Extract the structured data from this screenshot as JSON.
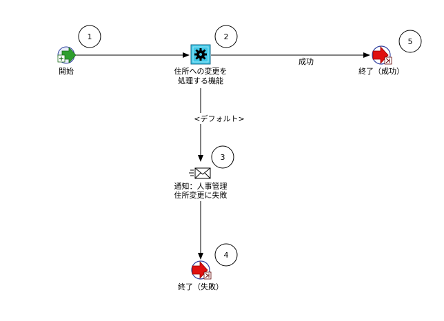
{
  "nodes": {
    "start": {
      "label": "開始",
      "badge": "1"
    },
    "process": {
      "label_line1": "住所への変更を",
      "label_line2": "処理する機能",
      "badge": "2"
    },
    "notify": {
      "label_line1": "通知：人事管理",
      "label_line2": "住所変更に失敗",
      "badge": "3"
    },
    "end_fail": {
      "label": "終了（失敗）",
      "badge": "4"
    },
    "end_success": {
      "label": "終了（成功）",
      "badge": "5"
    }
  },
  "edges": {
    "success": {
      "label": "成功"
    },
    "default": {
      "label": "<デフォルト>"
    }
  },
  "colors": {
    "start_arrow": "#2e9e2e",
    "end_arrow": "#e01010",
    "function_box": "#40c8e8",
    "node_ring": "#3040a0"
  }
}
